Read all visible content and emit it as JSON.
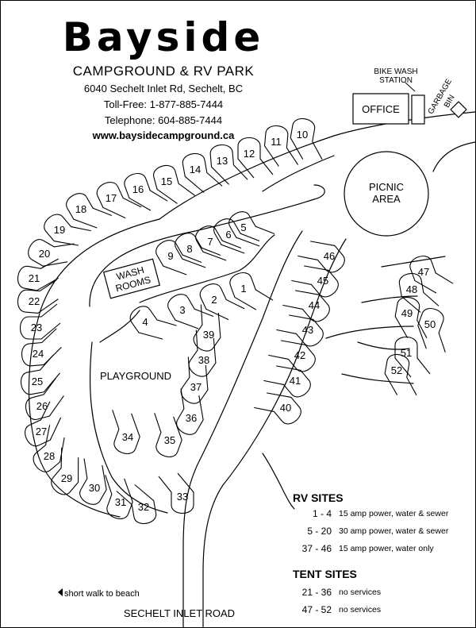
{
  "header": {
    "title": "Bayside",
    "subtitle": "CAMPGROUND & RV PARK",
    "address": "6040 Sechelt Inlet Rd, Sechelt, BC",
    "toll_free": "Toll-Free: 1-877-885-7444",
    "telephone": "Telephone: 604-885-7444",
    "website": "www.baysidecampground.ca"
  },
  "map_labels": {
    "office": "OFFICE",
    "bike_wash_line1": "BIKE WASH",
    "bike_wash_line2": "STATION",
    "garbage_line1": "GARBAGE",
    "garbage_line2": "BIN",
    "picnic_line1": "PICNIC",
    "picnic_line2": "AREA",
    "wash_line1": "WASH",
    "wash_line2": "ROOMS",
    "playground": "PLAYGROUND",
    "beach_note": "short walk to beach",
    "road": "SECHELT INLET ROAD"
  },
  "site_numbers": [
    "1",
    "2",
    "3",
    "4",
    "5",
    "6",
    "7",
    "8",
    "9",
    "10",
    "11",
    "12",
    "13",
    "14",
    "15",
    "16",
    "17",
    "18",
    "19",
    "20",
    "21",
    "22",
    "23",
    "24",
    "25",
    "26",
    "27",
    "28",
    "29",
    "30",
    "31",
    "32",
    "33",
    "34",
    "35",
    "36",
    "37",
    "38",
    "39",
    "40",
    "41",
    "42",
    "43",
    "44",
    "45",
    "46",
    "47",
    "48",
    "49",
    "50",
    "51",
    "52"
  ],
  "legend": {
    "rv_heading": "RV SITES",
    "rv_rows": [
      {
        "range": "1 - 4",
        "desc": "15 amp power, water & sewer"
      },
      {
        "range": "5 - 20",
        "desc": "30 amp power, water & sewer"
      },
      {
        "range": "37 - 46",
        "desc": "15 amp power, water only"
      }
    ],
    "tent_heading": "TENT SITES",
    "tent_rows": [
      {
        "range": "21 - 36",
        "desc": "no services"
      },
      {
        "range": "47 - 52",
        "desc": "no services"
      }
    ]
  }
}
